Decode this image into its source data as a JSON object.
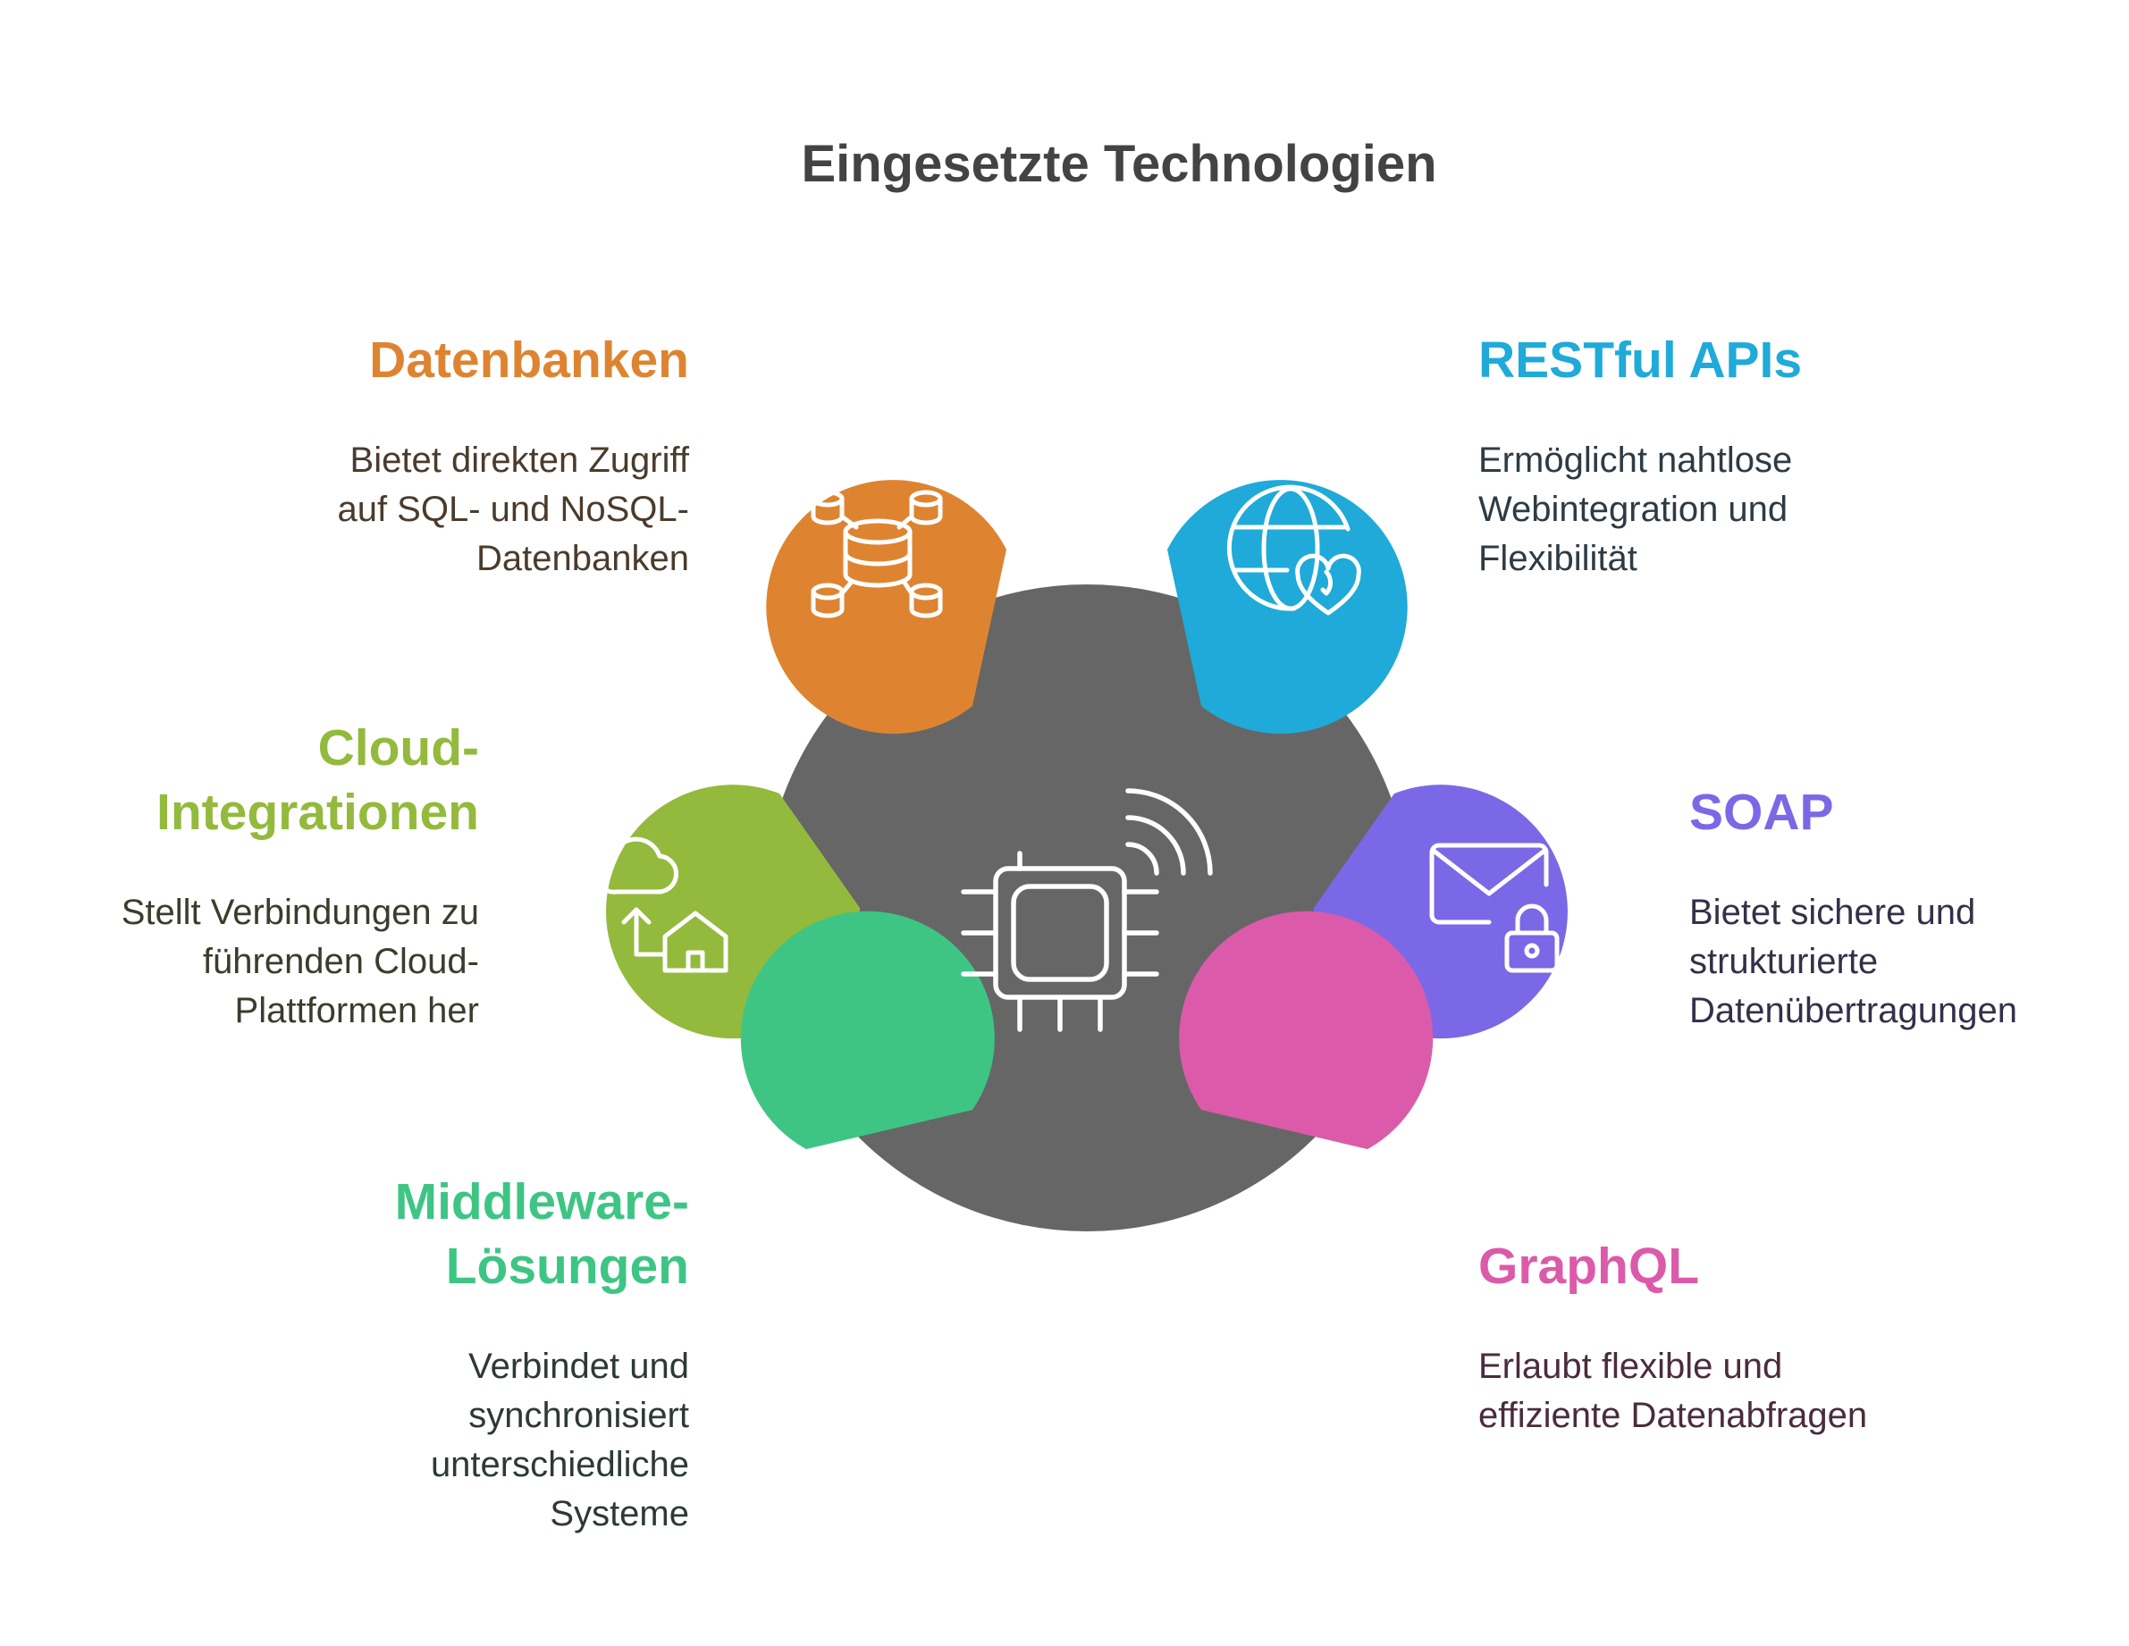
{
  "title": "Eingesetzte Technologien",
  "items": [
    {
      "key": "datenbanken",
      "heading": [
        "Datenbanken"
      ],
      "description": [
        "Bietet direkten Zugriff",
        "auf SQL- und NoSQL-",
        "Datenbanken"
      ],
      "color": "#DE8431",
      "desc_color": "#4A3B2C",
      "icon": "database-network-icon"
    },
    {
      "key": "restful",
      "heading": [
        "RESTful APIs"
      ],
      "description": [
        "Ermöglicht nahtlose",
        "Webintegration und",
        "Flexibilität"
      ],
      "color": "#1FAAD9",
      "desc_color": "#2E3B45",
      "icon": "globe-heart-icon"
    },
    {
      "key": "cloud",
      "heading": [
        "Cloud-",
        "Integrationen"
      ],
      "description": [
        "Stellt Verbindungen zu",
        "führenden Cloud-",
        "Plattformen her"
      ],
      "color": "#93BA3C",
      "desc_color": "#3A3D2C",
      "icon": "cloud-home-icon"
    },
    {
      "key": "soap",
      "heading": [
        "SOAP"
      ],
      "description": [
        "Bietet sichere und",
        "strukturierte",
        "Datenübertragungen"
      ],
      "color": "#7B68E6",
      "desc_color": "#34304A",
      "icon": "mail-lock-icon"
    },
    {
      "key": "middleware",
      "heading": [
        "Middleware-",
        "Lösungen"
      ],
      "description": [
        "Verbindet und",
        "synchronisiert",
        "unterschiedliche",
        "Systeme"
      ],
      "color": "#3EC584",
      "desc_color": "#2C3A33",
      "icon": "exchange-arrows-icon"
    },
    {
      "key": "graphql",
      "heading": [
        "GraphQL"
      ],
      "description": [
        "Erlaubt flexible und",
        "effiziente Datenabfragen"
      ],
      "color": "#DC5AAA",
      "desc_color": "#4A2C3D",
      "icon": "hierarchy-icon"
    }
  ],
  "hub": {
    "color": "#666666",
    "icon": "wireless-chip-icon"
  }
}
